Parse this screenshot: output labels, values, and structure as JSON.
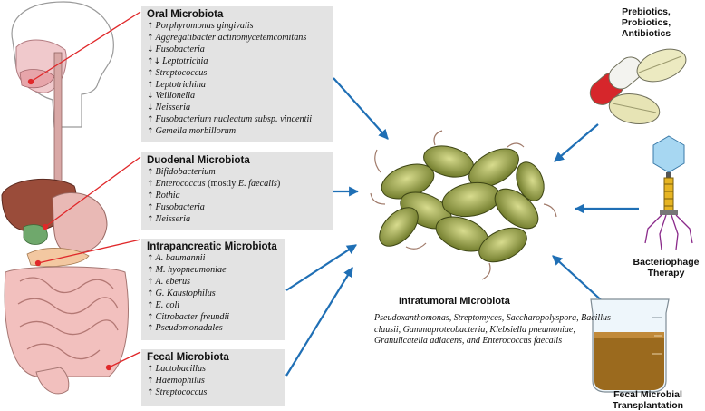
{
  "oral": {
    "title": "Oral Microbiota",
    "items": [
      {
        "arrow": "↑",
        "name": "Porphyromonas gingivalis"
      },
      {
        "arrow": "↑",
        "name": "Aggregatibacter actinomycetemcomitans"
      },
      {
        "arrow": "↓",
        "name": "Fusobacteria"
      },
      {
        "arrow": "↑↓",
        "name": "Leptotrichia"
      },
      {
        "arrow": "↑",
        "name": "Streptococcus"
      },
      {
        "arrow": "↑",
        "name": "Leptotrichina"
      },
      {
        "arrow": "↓",
        "name": "Veillonella"
      },
      {
        "arrow": "↓",
        "name": "Neisseria"
      },
      {
        "arrow": "↑",
        "name": "Fusobacterium nucleatum subsp. vincentii"
      },
      {
        "arrow": "↑",
        "name": "Gemella morbillorum"
      }
    ]
  },
  "duodenal": {
    "title": "Duodenal Microbiota",
    "items": [
      {
        "arrow": "↑",
        "name": "Bifidobacterium"
      },
      {
        "arrow": "↑",
        "name": "Enterococcus",
        "extra": " (mostly ",
        "extra_name": "E. faecalis",
        "extra_end": ")"
      },
      {
        "arrow": "↑",
        "name": "Rothia"
      },
      {
        "arrow": "↑",
        "name": "Fusobacteria"
      },
      {
        "arrow": "↑",
        "name": "Neisseria"
      }
    ]
  },
  "intrapancreatic": {
    "title": "Intrapancreatic Microbiota",
    "items": [
      {
        "arrow": "↑",
        "name": "A. baumannii"
      },
      {
        "arrow": "↑",
        "name": "M. hyopneumoniae"
      },
      {
        "arrow": "↑",
        "name": "A. eberus"
      },
      {
        "arrow": "↑",
        "name": "G. Kaustophilus"
      },
      {
        "arrow": "↑",
        "name": "E. coli"
      },
      {
        "arrow": "↑",
        "name": "Citrobacter freundii"
      },
      {
        "arrow": "↑",
        "name": "Pseudomonadales"
      }
    ]
  },
  "fecal": {
    "title": "Fecal Microbiota",
    "items": [
      {
        "arrow": "↑",
        "name": "Lactobacillus"
      },
      {
        "arrow": "↑",
        "name": "Haemophilus"
      },
      {
        "arrow": "↑",
        "name": "Streptococcus"
      }
    ]
  },
  "intratumoral": {
    "title": "Intratumoral Microbiota",
    "text": "Pseudoxanthomonas, Streptomyces, Saccharopolyspora, Bacillus clausii, Gammaproteobacteria, Klebsiella pneumoniae, Granulicatella adiacens, and Enterococcus faecalis"
  },
  "therapies": {
    "drugs": "Prebiotics,\nProbiotics,\nAntibiotics",
    "phage": "Bacteriophage\nTherapy",
    "fmt": "Fecal Microbial\nTransplantation"
  },
  "colors": {
    "arrow": "#1f6fb5",
    "leader": "#e0282a",
    "box": "#e3e3e3"
  }
}
